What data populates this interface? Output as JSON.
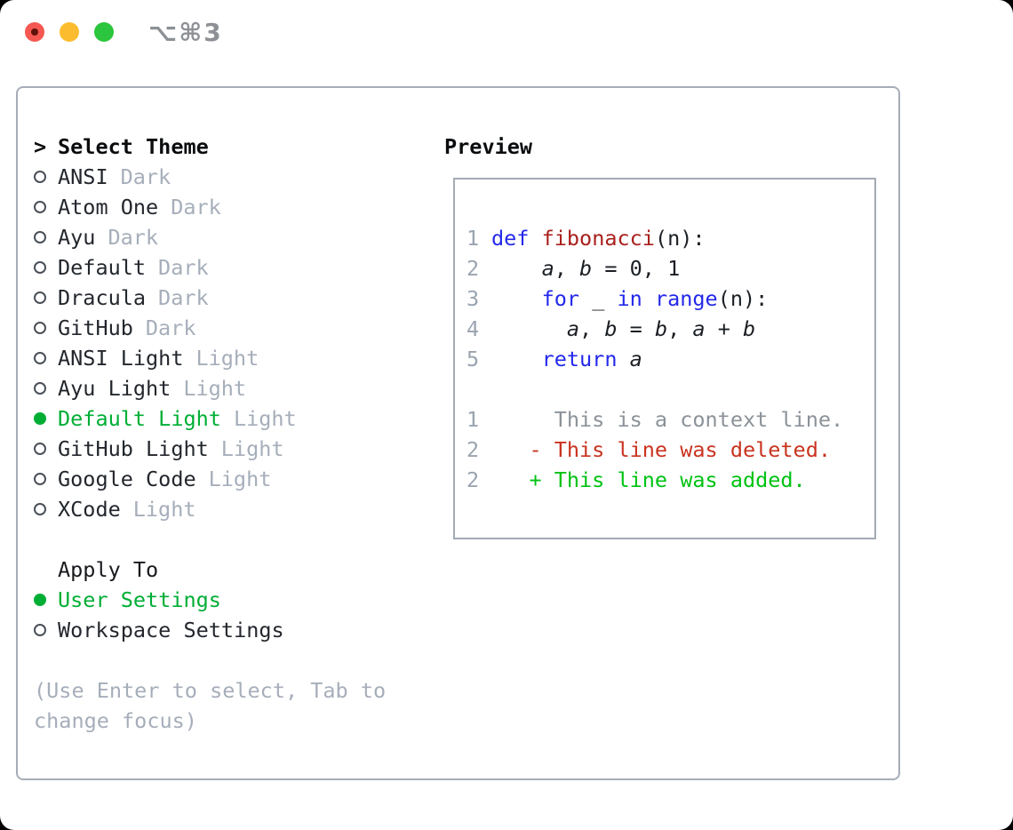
{
  "titlebar": {
    "shortcut": "⌥⌘3",
    "buttons": [
      "close",
      "minimize",
      "zoom"
    ]
  },
  "theme_list": {
    "cursor": ">",
    "title": "Select Theme",
    "items": [
      {
        "name": "ANSI",
        "tag": "Dark",
        "selected": false
      },
      {
        "name": "Atom One",
        "tag": "Dark",
        "selected": false
      },
      {
        "name": "Ayu",
        "tag": "Dark",
        "selected": false
      },
      {
        "name": "Default",
        "tag": "Dark",
        "selected": false
      },
      {
        "name": "Dracula",
        "tag": "Dark",
        "selected": false
      },
      {
        "name": "GitHub",
        "tag": "Dark",
        "selected": false
      },
      {
        "name": "ANSI Light",
        "tag": "Light",
        "selected": false
      },
      {
        "name": "Ayu Light",
        "tag": "Light",
        "selected": false
      },
      {
        "name": "Default Light",
        "tag": "Light",
        "selected": true
      },
      {
        "name": "GitHub Light",
        "tag": "Light",
        "selected": false
      },
      {
        "name": "Google Code",
        "tag": "Light",
        "selected": false
      },
      {
        "name": "XCode",
        "tag": "Light",
        "selected": false
      }
    ]
  },
  "apply_to": {
    "title": "Apply To",
    "items": [
      {
        "label": "User Settings",
        "selected": true
      },
      {
        "label": "Workspace Settings",
        "selected": false
      }
    ]
  },
  "help_text": "(Use Enter to select, Tab to change focus)",
  "preview": {
    "title": "Preview",
    "lines": [
      {
        "num": "1",
        "kind": "code",
        "segs": [
          [
            "kw",
            "def"
          ],
          [
            "pl",
            " "
          ],
          [
            "fn",
            "fibonacci"
          ],
          [
            "pl",
            "(n):"
          ]
        ]
      },
      {
        "num": "2",
        "kind": "code",
        "segs": [
          [
            "pl",
            "    "
          ],
          [
            "var",
            "a"
          ],
          [
            "pl",
            ", "
          ],
          [
            "var",
            "b"
          ],
          [
            "pl",
            " = 0, 1"
          ]
        ]
      },
      {
        "num": "3",
        "kind": "code",
        "segs": [
          [
            "pl",
            "    "
          ],
          [
            "kw",
            "for"
          ],
          [
            "pl",
            " _ "
          ],
          [
            "kw",
            "in"
          ],
          [
            "pl",
            " "
          ],
          [
            "kw",
            "range"
          ],
          [
            "pl",
            "(n):"
          ]
        ]
      },
      {
        "num": "4",
        "kind": "code",
        "segs": [
          [
            "pl",
            "      "
          ],
          [
            "var",
            "a"
          ],
          [
            "pl",
            ", "
          ],
          [
            "var",
            "b"
          ],
          [
            "pl",
            " = "
          ],
          [
            "var",
            "b"
          ],
          [
            "pl",
            ", "
          ],
          [
            "var",
            "a"
          ],
          [
            "pl",
            " + "
          ],
          [
            "var",
            "b"
          ]
        ]
      },
      {
        "num": "5",
        "kind": "code",
        "segs": [
          [
            "pl",
            "    "
          ],
          [
            "kw",
            "return"
          ],
          [
            "pl",
            " "
          ],
          [
            "var",
            "a"
          ]
        ]
      },
      {
        "num": "",
        "kind": "blank",
        "segs": []
      },
      {
        "num": "1",
        "kind": "diff-context",
        "segs": [
          [
            "ctx",
            "     This is a context line."
          ]
        ]
      },
      {
        "num": "2",
        "kind": "diff-deleted",
        "segs": [
          [
            "del",
            "   - This line was deleted."
          ]
        ]
      },
      {
        "num": "2",
        "kind": "diff-added",
        "segs": [
          [
            "add",
            "   + This line was added."
          ]
        ]
      }
    ]
  },
  "colors": {
    "selection_green": "#00ae35",
    "added_green": "#00c213",
    "deleted_red": "#c9331f",
    "keyword_blue": "#2328ea",
    "function_red": "#a9201c",
    "muted_gray": "#a6aeba",
    "line_number_gray": "#9aa4b0",
    "context_gray": "#8b9299",
    "panel_border": "#a6adb7",
    "traffic_red": "#f45851",
    "traffic_yellow": "#fcbc2f",
    "traffic_green": "#2cc53e"
  }
}
